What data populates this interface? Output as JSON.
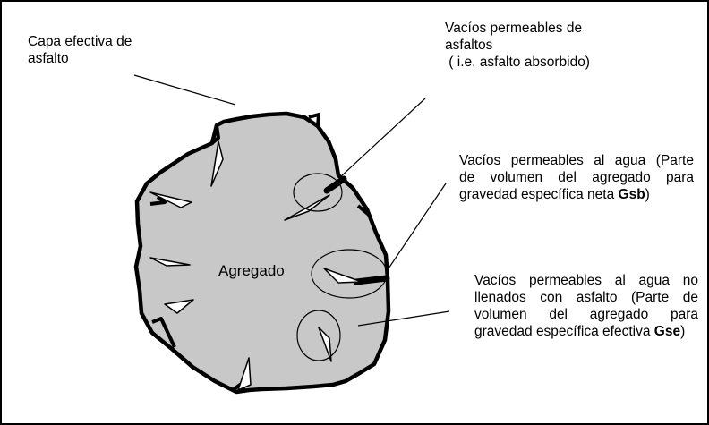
{
  "labels": {
    "asphalt_film": [
      "Capa efectiva de",
      "asfalto"
    ],
    "asphalt_voids": [
      "Vacíos permeables de",
      "asfaltos",
      " ( i.e. asfalto absorbido)"
    ],
    "water_voids": {
      "line1": "Vacíos permeables al agua (Parte",
      "line2": "de volumen del agregado  para",
      "line3_prefix": "gravedad específica neta ",
      "line3_bold": "Gsb",
      "line3_suffix": ")"
    },
    "unfilled_voids": {
      "line1": "Vacíos permeables al agua no",
      "line2": "llenados con asfalto (Parte de",
      "line3": "volumen del agregado    para",
      "line4_prefix": "gravedad específica efectiva ",
      "line4_bold": "Gse",
      "line4_suffix": ")"
    },
    "aggregate": "Agregado"
  },
  "colors": {
    "aggregate_fill": "#c8c8c8",
    "outline": "#000000",
    "pore_fill": "#ffffff"
  }
}
